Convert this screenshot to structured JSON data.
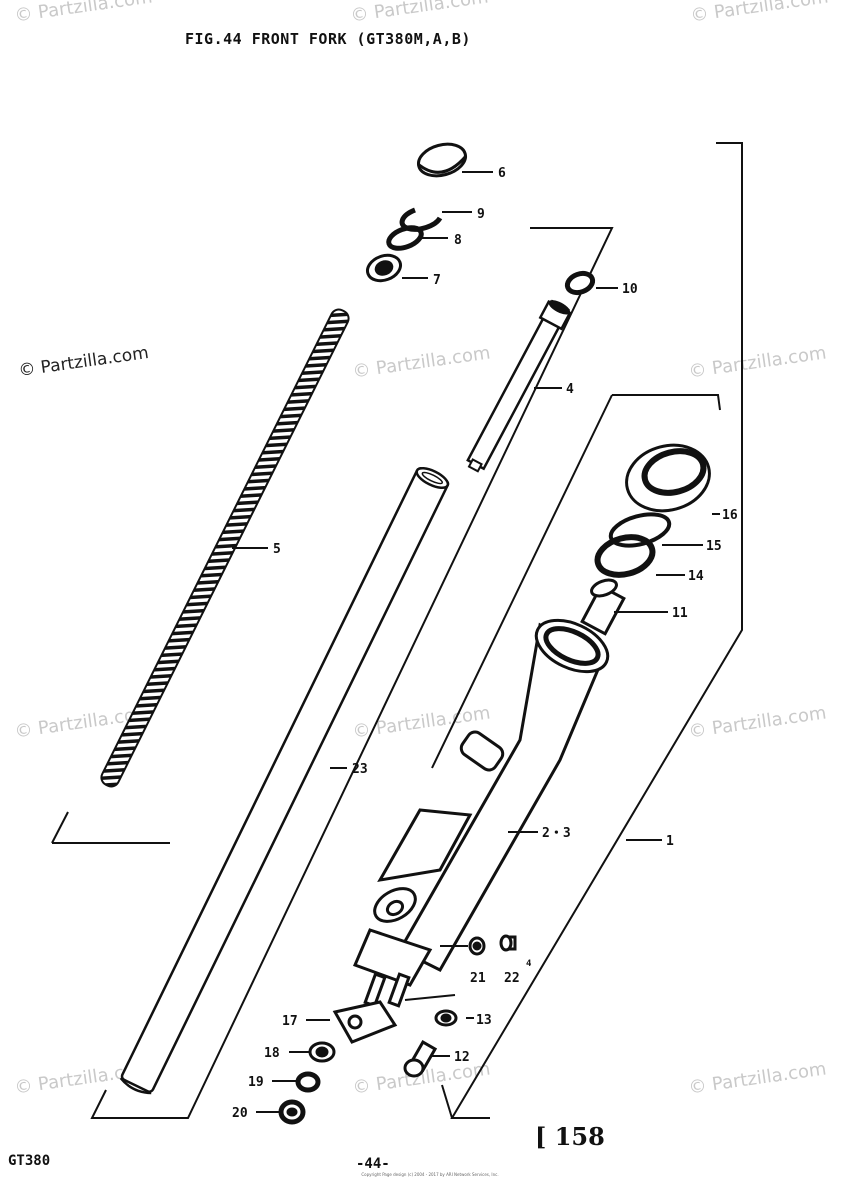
{
  "header": {
    "title": "FIG.44  FRONT FORK (GT380M,A,B)"
  },
  "footer": {
    "model": "GT380",
    "page": "-44-",
    "reference": "158",
    "copyright": "Copyright\nPage design (c) 2004 - 2017 by ARI Network Services, Inc."
  },
  "watermarks": {
    "text": "© Partzilla.com",
    "text_alt": "© Partzilla.com"
  },
  "parts": {
    "p1": "1",
    "p23": "2・3",
    "p4": "4",
    "p5": "5",
    "p6": "6",
    "p7": "7",
    "p8": "8",
    "p9": "9",
    "p10": "10",
    "p11": "11",
    "p12": "12",
    "p13": "13",
    "p14": "14",
    "p15": "15",
    "p16": "16",
    "p17": "17",
    "p18": "18",
    "p19": "19",
    "p20": "20",
    "p21": "21",
    "p22": "22",
    "p23b": "23",
    "p22_mark": "4"
  }
}
